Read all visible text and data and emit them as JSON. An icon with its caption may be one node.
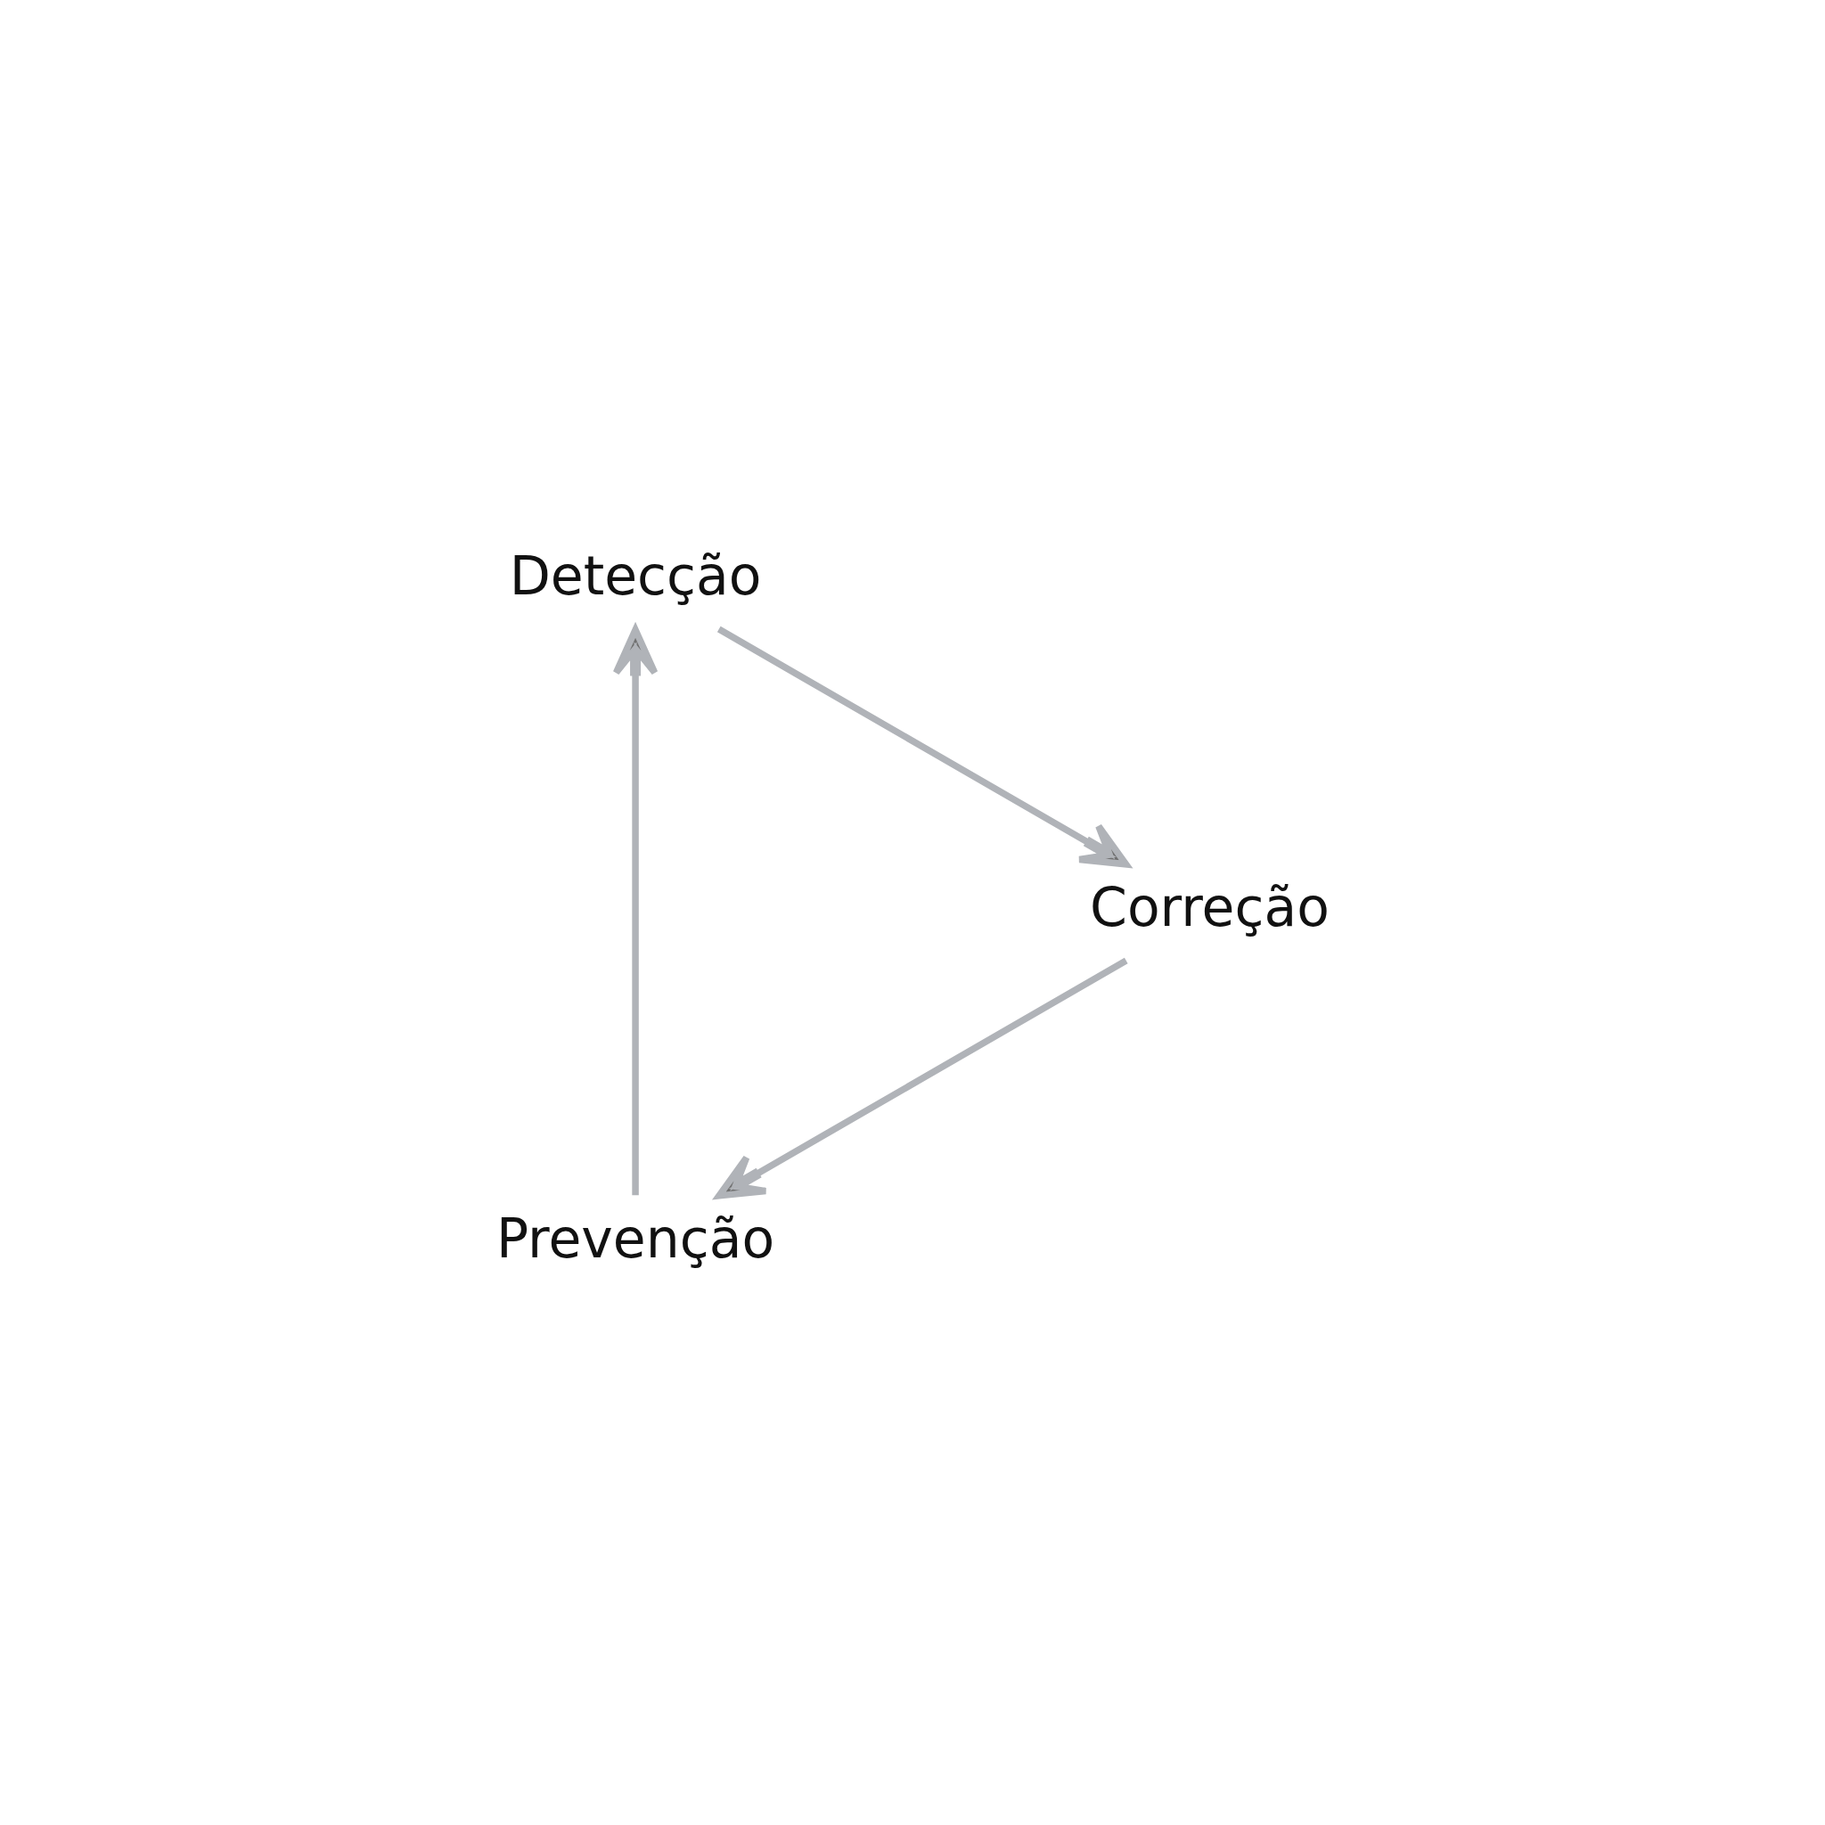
{
  "diagram": {
    "nodes": [
      {
        "text": [
          "Prevenção"
        ]
      },
      {
        "text": [
          "Detecção"
        ]
      },
      {
        "text": [
          "Correção"
        ]
      }
    ],
    "edges": [
      {
        "from": 0,
        "to": 1,
        "arrow": "to"
      },
      {
        "from": 1,
        "to": 2,
        "arrow": "to"
      },
      {
        "from": 2,
        "to": 0,
        "arrow": "to"
      }
    ]
  }
}
